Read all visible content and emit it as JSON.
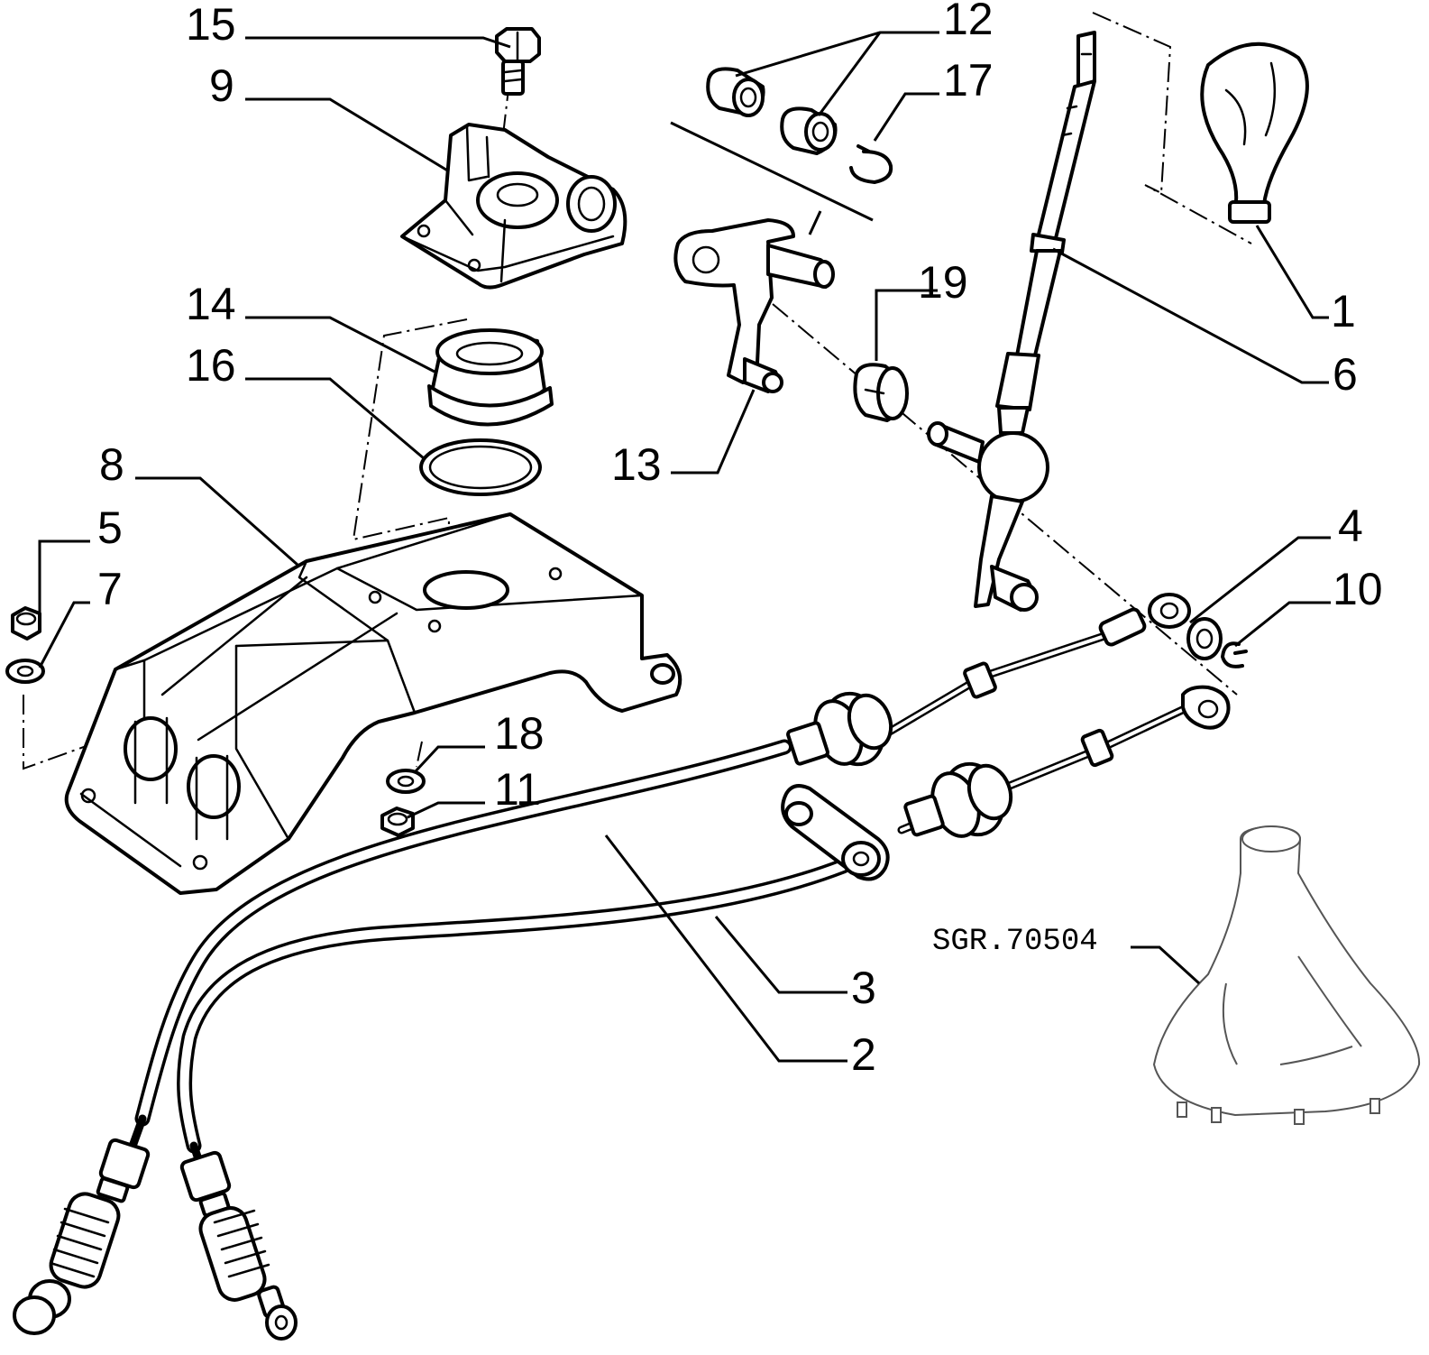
{
  "figure": {
    "reference_code": "SGR.70504",
    "callouts": [
      {
        "id": "1",
        "label": "1"
      },
      {
        "id": "2",
        "label": "2"
      },
      {
        "id": "3",
        "label": "3"
      },
      {
        "id": "4",
        "label": "4"
      },
      {
        "id": "5",
        "label": "5"
      },
      {
        "id": "6",
        "label": "6"
      },
      {
        "id": "7",
        "label": "7"
      },
      {
        "id": "8",
        "label": "8"
      },
      {
        "id": "9",
        "label": "9"
      },
      {
        "id": "10",
        "label": "10"
      },
      {
        "id": "11",
        "label": "11"
      },
      {
        "id": "12",
        "label": "12"
      },
      {
        "id": "13",
        "label": "13"
      },
      {
        "id": "14",
        "label": "14"
      },
      {
        "id": "15",
        "label": "15"
      },
      {
        "id": "16",
        "label": "16"
      },
      {
        "id": "17",
        "label": "17"
      },
      {
        "id": "18",
        "label": "18"
      },
      {
        "id": "19",
        "label": "19"
      }
    ]
  }
}
